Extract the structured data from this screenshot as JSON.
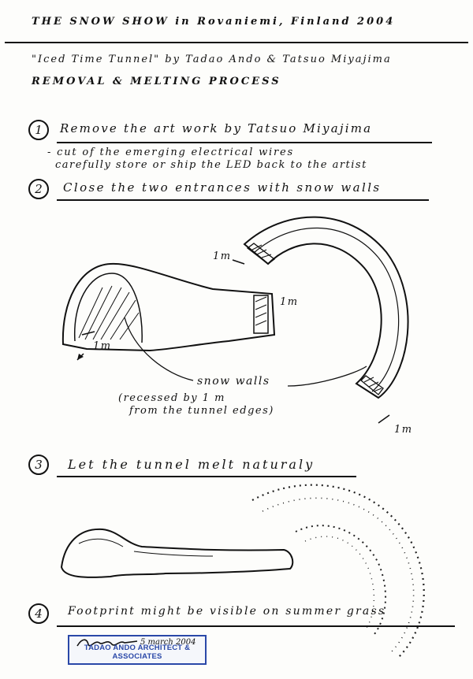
{
  "header": {
    "title": "THE SNOW SHOW in Rovaniemi, Finland 2004",
    "work": "\"Iced Time Tunnel\" by Tadao Ando & Tatsuo Miyajima",
    "process": "REMOVAL & MELTING PROCESS"
  },
  "steps": [
    {
      "number": "1",
      "title": "Remove the art work by Tatsuo Miyajima",
      "notes": [
        "- cut of the emerging electrical wires",
        "carefully store or ship the LED back to the artist"
      ]
    },
    {
      "number": "2",
      "title": "Close the two entrances with snow walls"
    },
    {
      "number": "3",
      "title": "Let the tunnel melt naturaly"
    },
    {
      "number": "4",
      "title": "Footprint might be visible on summer grass"
    }
  ],
  "sketch_labels": {
    "dim_1m_left": "1m",
    "dim_1m_top": "1m",
    "dim_1m_mid": "1m",
    "dim_1m_bottom": "1m",
    "snow_walls": "snow walls",
    "recessed_1": "(recessed by 1 m",
    "recessed_2": "from the tunnel edges)"
  },
  "stamp": {
    "date": "5 march 2004",
    "firm": "TADAO ANDO ARCHITECT & ASSOCIATES",
    "color": "#2a48a8"
  }
}
